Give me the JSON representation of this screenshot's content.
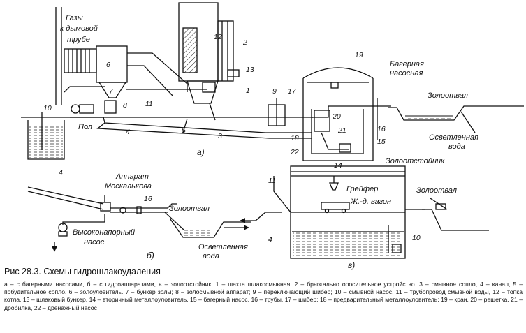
{
  "figure": {
    "caption_title": "Рис 28.3. Схемы гидрошлакоудаления",
    "legend_text": "а – с багерными насосами, б – с гидроаппаратами, в – золоотстойник. 1 – шахта шлакосмывная, 2 – брызгально оросительное устройство. 3 – смывное сопло, 4 – канал, 5 – побудительное сопло. 6 – золоуловитель. 7 – бункер золы; 8 – золосмывной аппарат; 9 – переключающий шибер; 10 – смывной насос, 11 – трубопровод смывной воды, 12 – топка котла, 13 – шлаковый бункер, 14 – вторичный металлоуловитель, 15 – багерный насос. 16 – трубы, 17 – шибер; 18 – предварительный металлоуловитель; 19 – кран, 20 – решетка, 21 – дробилка, 22 – дренажный насос"
  },
  "scheme_a": {
    "gases_label_1": "Газы",
    "gases_label_2": "к дымовой",
    "gases_label_3": "трубе",
    "floor_label": "Пол",
    "bager_label_1": "Багерная",
    "bager_label_2": "насосная",
    "dump_label": "Золоотвал",
    "clarified_1": "Осветленная",
    "clarified_2": "вода",
    "sub_label": "а)",
    "numbers": [
      "10",
      "6",
      "7",
      "8",
      "11",
      "4",
      "5",
      "3",
      "12",
      "2",
      "13",
      "1",
      "9",
      "17",
      "19",
      "20",
      "21",
      "16",
      "15",
      "18",
      "22",
      "14"
    ]
  },
  "scheme_b": {
    "num_4": "4",
    "apparatus_1": "Аппарат",
    "apparatus_2": "Москалькова",
    "num_16": "16",
    "dump_label": "Золоотвал",
    "pump_label_1": "Высоконапорный",
    "pump_label_2": "насос",
    "clarified_1": "Осветленная",
    "clarified_2": "вода",
    "sub_label": "б)"
  },
  "scheme_c": {
    "num_11": "11",
    "settler_label": "Золоотстойник",
    "grab_label": "Грейфер",
    "wagon_label": "Ж.-д. вагон",
    "dump_label": "Золоотвал",
    "num_4": "4",
    "num_10": "10",
    "sub_label": "в)"
  }
}
